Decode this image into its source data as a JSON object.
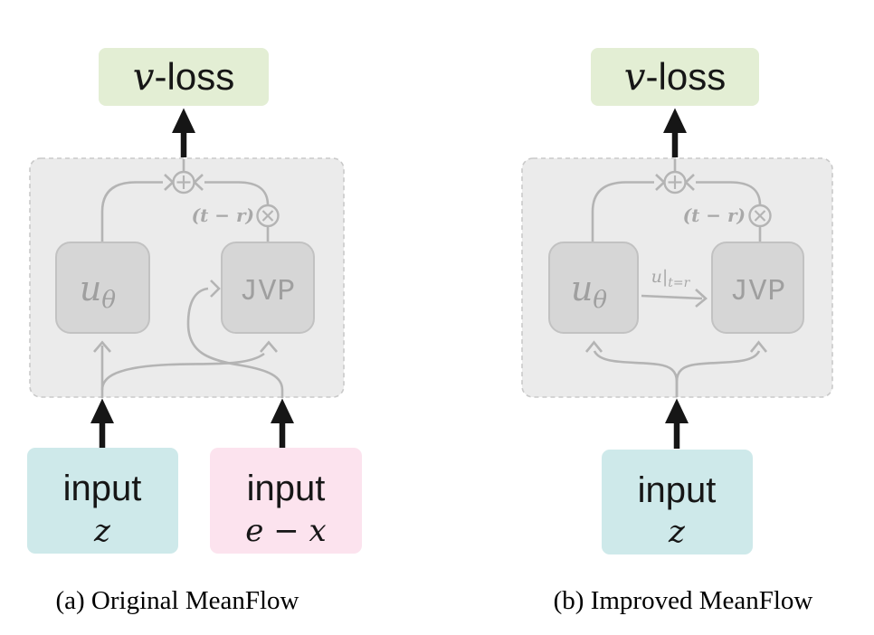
{
  "figure": {
    "colors": {
      "loss_bg": "#e3eed4",
      "input_z_bg": "#cee9ea",
      "input_ex_bg": "#fce3ee",
      "panel_bg": "#ebebeb",
      "panel_border": "#c9c9c9",
      "node_bg": "#d6d6d6",
      "node_border": "#c2c2c2",
      "wire": "#b4b4b4",
      "node_text": "#9f9f9f",
      "gray_label": "#a8a8a8",
      "ink": "#161616"
    },
    "panel_a": {
      "caption": "(a) Original MeanFlow",
      "loss": {
        "math": "v",
        "suffix": "-loss"
      },
      "scale_label": "(t − r)",
      "net": {
        "base": "u",
        "sub": "θ"
      },
      "jvp_label": "JVP",
      "input_z": {
        "title": "input",
        "math": "z"
      },
      "input_ex": {
        "title": "input",
        "math": "e − x"
      }
    },
    "panel_b": {
      "caption": "(b) Improved MeanFlow",
      "loss": {
        "math": "v",
        "suffix": "-loss"
      },
      "scale_label": "(t − r)",
      "net": {
        "base": "u",
        "sub": "θ"
      },
      "jvp_label": "JVP",
      "edge_label": {
        "base": "u",
        "bar": "|",
        "sub": "t=r"
      },
      "input_z": {
        "title": "input",
        "math": "z"
      }
    }
  }
}
